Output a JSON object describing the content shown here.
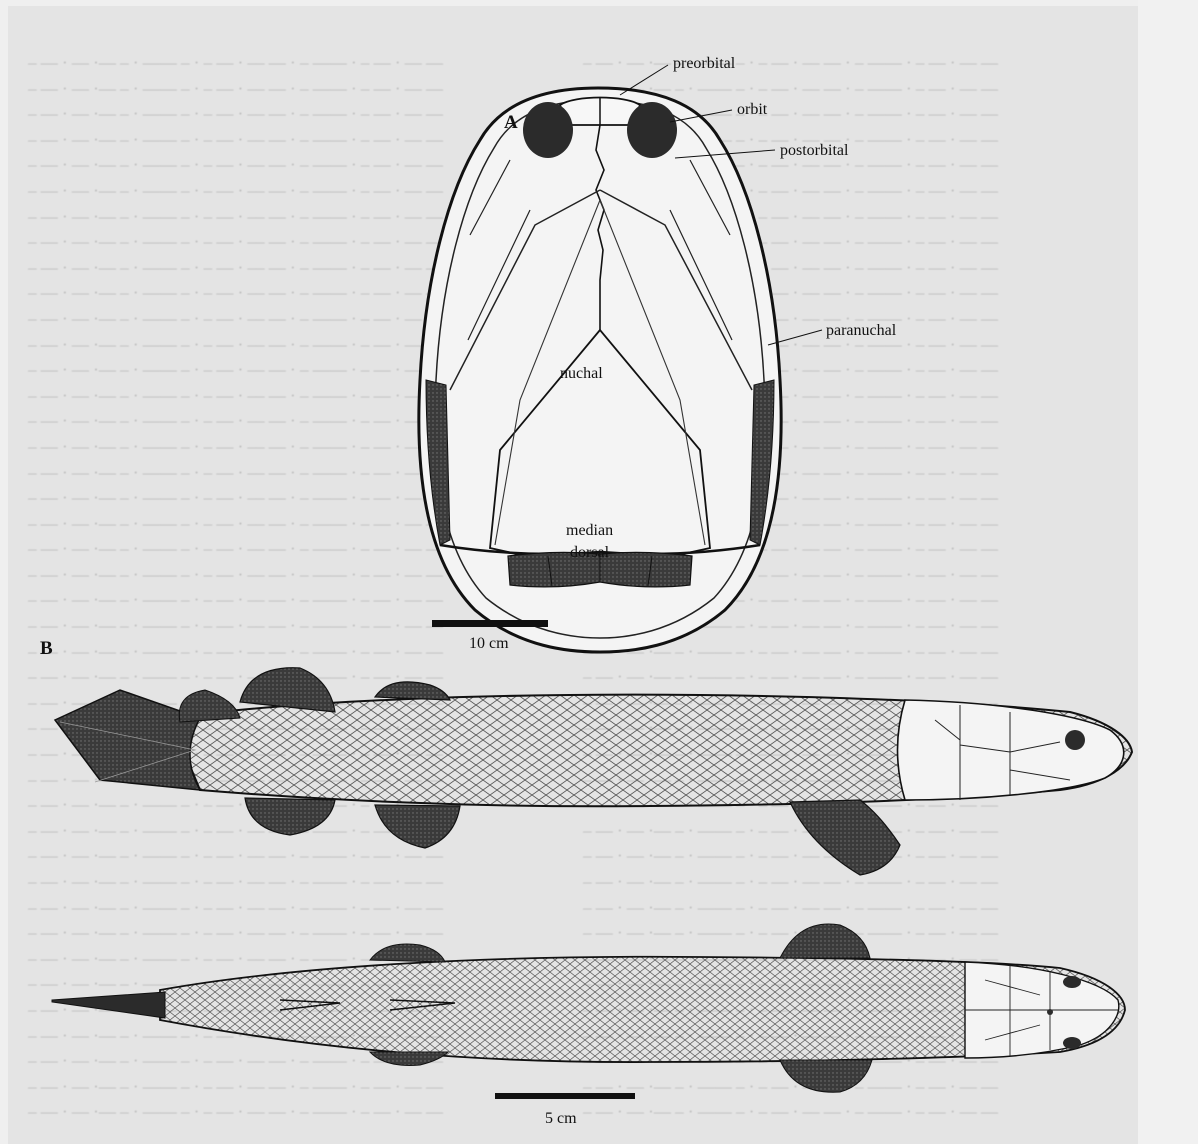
{
  "figure": {
    "panel_a": {
      "letter": "A",
      "labels": {
        "preorbital": "preorbital",
        "orbit": "orbit",
        "postorbital": "postorbital",
        "paranuchal": "paranuchal",
        "nuchal": "nuchal",
        "median_dorsal_line1": "median",
        "median_dorsal_line2": "dorsal"
      },
      "scale_bar": "10 cm"
    },
    "panel_b": {
      "letter": "B",
      "scale_bar": "5 cm"
    }
  }
}
